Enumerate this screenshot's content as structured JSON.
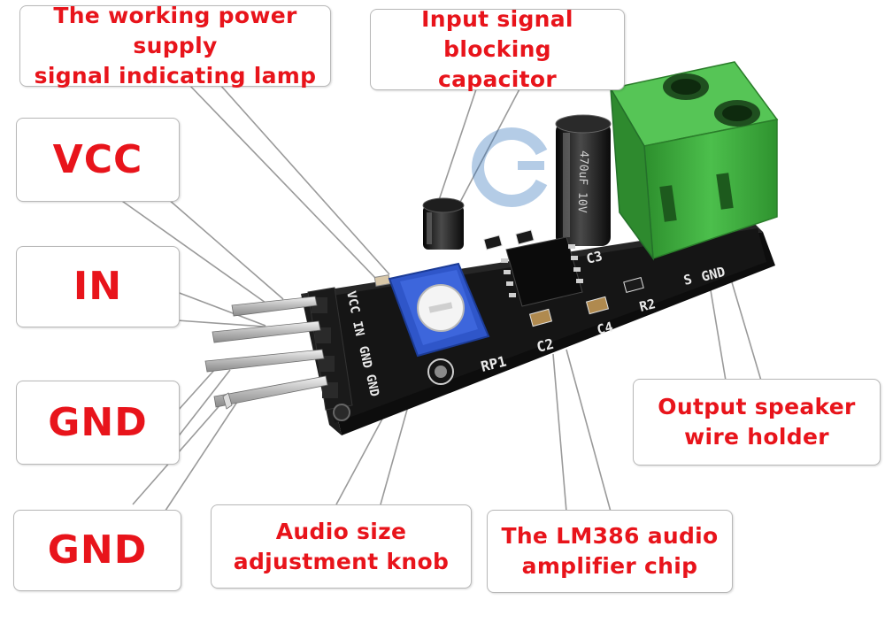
{
  "callouts": {
    "power_lamp": {
      "line1": "The working power supply",
      "line2": "signal indicating lamp"
    },
    "blocking_cap": {
      "line1": "Input signal blocking",
      "line2": "capacitor"
    },
    "vcc": "VCC",
    "in": "IN",
    "gnd_1": "GND",
    "gnd_2": "GND",
    "output_holder": {
      "line1": "Output speaker",
      "line2": "wire holder"
    },
    "audio_knob": {
      "line1": "Audio size",
      "line2": "adjustment knob"
    },
    "lm386": {
      "line1": "The LM386 audio",
      "line2": "amplifier chip"
    }
  },
  "board": {
    "pin_labels": [
      "VCC",
      "IN",
      "GND",
      "GND"
    ],
    "output_labels": [
      "S",
      "GND"
    ],
    "component_labels": [
      "RP1",
      "C2",
      "C3",
      "C4",
      "R2"
    ],
    "capacitor_marking": "470uF 10V"
  },
  "colors": {
    "label_text": "#e8141b",
    "pcb": "#151515",
    "terminal_block": "#3fa83f",
    "potentiometer": "#2f56c9",
    "callout_border": "#b8b8b8"
  }
}
